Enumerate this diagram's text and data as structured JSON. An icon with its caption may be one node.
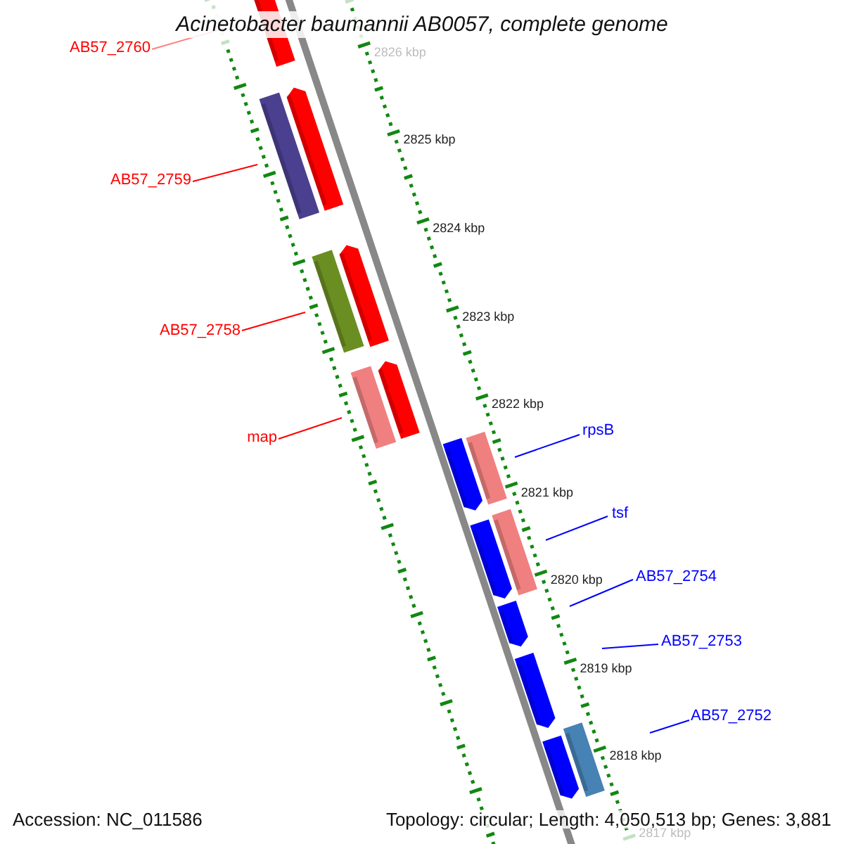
{
  "diagram": {
    "title": "Acinetobacter baumannii AB0057, complete genome",
    "nodes": [
      {
        "text": [
          "AB57_2760"
        ]
      },
      {
        "text": [
          "AB57_2759"
        ]
      },
      {
        "text": [
          "AB57_2758"
        ]
      },
      {
        "text": [
          "map"
        ]
      },
      {
        "text": [
          "rpsB"
        ]
      },
      {
        "text": [
          "tsf"
        ]
      },
      {
        "text": [
          "AB57_2754"
        ]
      },
      {
        "text": [
          "AB57_2753"
        ]
      },
      {
        "text": [
          "AB57_2752"
        ]
      }
    ],
    "edges": [
      {
        "from": 0,
        "to": null,
        "arrow": "none",
        "color": "#ff0000"
      },
      {
        "from": 1,
        "to": null,
        "arrow": "none",
        "color": "#ff0000"
      },
      {
        "from": 2,
        "to": null,
        "arrow": "none",
        "color": "#ff0000"
      },
      {
        "from": 3,
        "to": null,
        "arrow": "none",
        "color": "#ff0000"
      },
      {
        "from": 4,
        "to": null,
        "arrow": "none"
      },
      {
        "from": 5,
        "to": null,
        "arrow": "none"
      },
      {
        "from": 6,
        "to": null,
        "arrow": "none"
      },
      {
        "from": 7,
        "to": null,
        "arrow": "none"
      },
      {
        "from": 8,
        "to": null,
        "arrow": "none"
      }
    ],
    "labels": [
      "2826 kbp",
      "2825 kbp",
      "2824 kbp",
      "2823 kbp",
      "2822 kbp",
      "2821 kbp",
      "2820 kbp",
      "2819 kbp",
      "2818 kbp",
      "2817 kbp",
      "Accession: NC_011586",
      "Topology: circular; Length: 4,050,513 bp; Genes: 3,881"
    ]
  }
}
